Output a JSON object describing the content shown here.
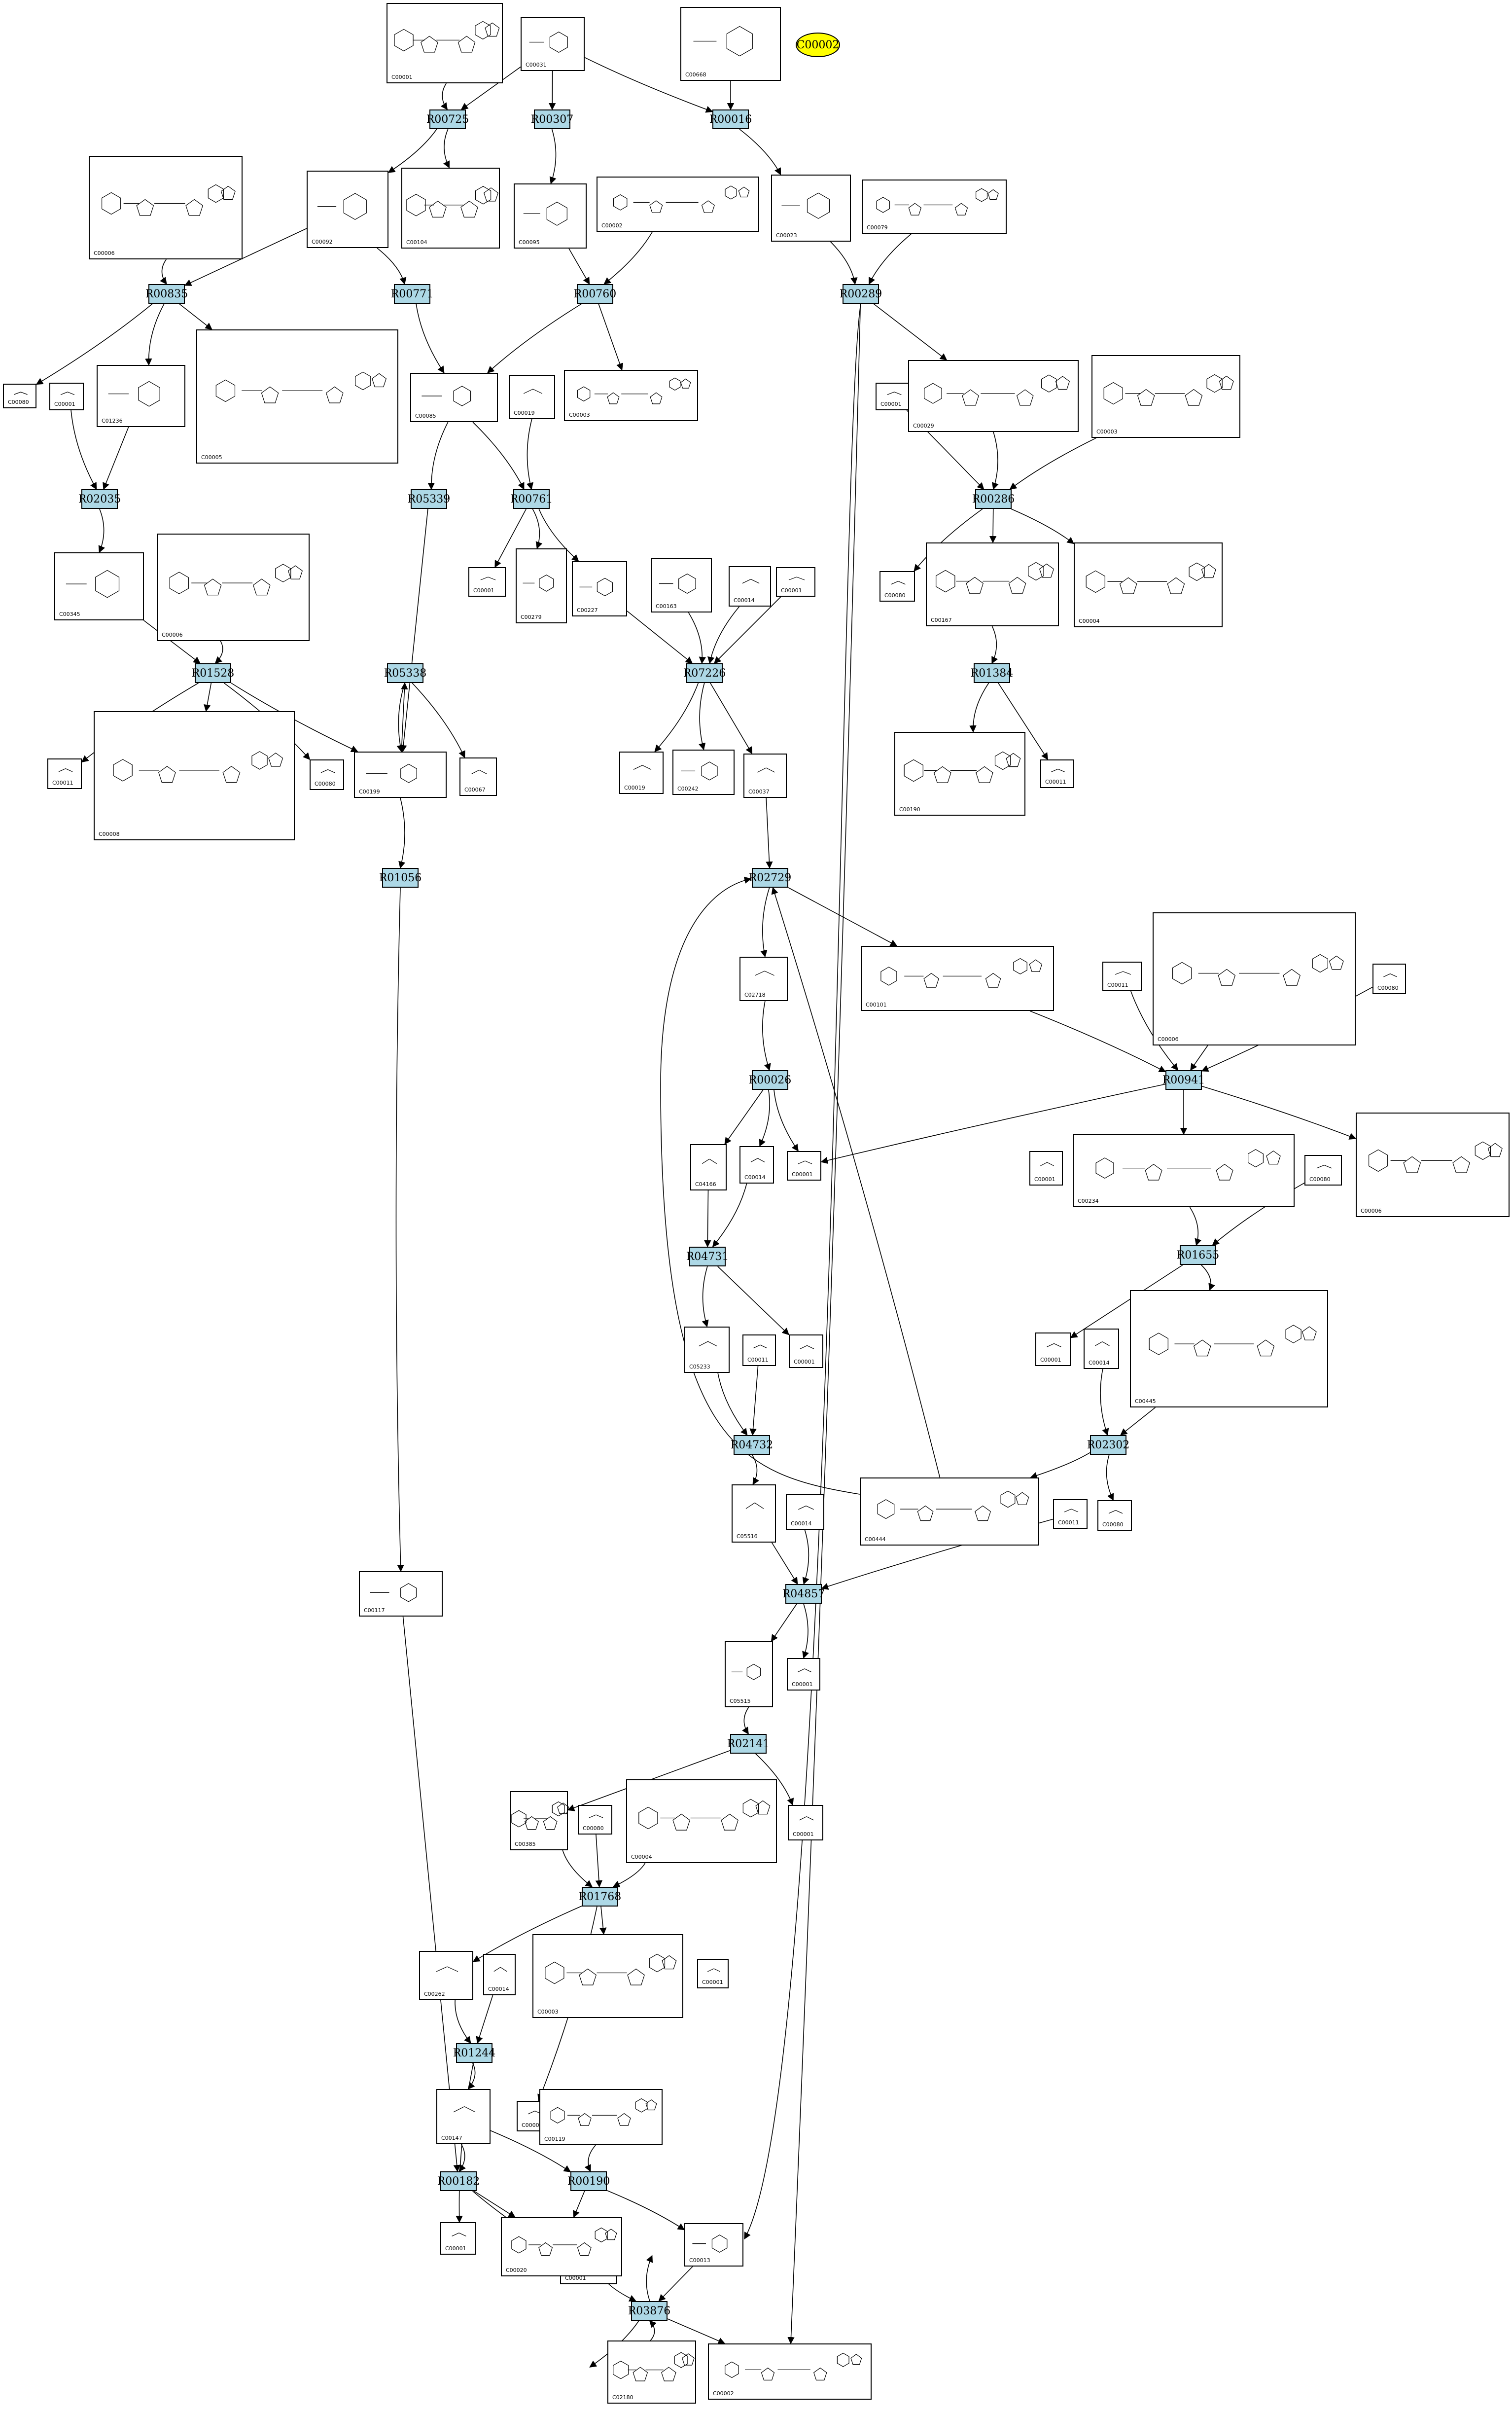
{
  "highlight": {
    "label": "C00002",
    "fill": "#ffff00"
  },
  "reaction_fill": "#add8e6",
  "reactions": [
    {
      "id": "R00725"
    },
    {
      "id": "R00307"
    },
    {
      "id": "R00016"
    },
    {
      "id": "R00835"
    },
    {
      "id": "R00771"
    },
    {
      "id": "R00760"
    },
    {
      "id": "R00289"
    },
    {
      "id": "R02035"
    },
    {
      "id": "R05339"
    },
    {
      "id": "R00761"
    },
    {
      "id": "R00286"
    },
    {
      "id": "R01528"
    },
    {
      "id": "R05338"
    },
    {
      "id": "R07226"
    },
    {
      "id": "R01384"
    },
    {
      "id": "R01056"
    },
    {
      "id": "R02729"
    },
    {
      "id": "R00941"
    },
    {
      "id": "R00026"
    },
    {
      "id": "R04731"
    },
    {
      "id": "R01655"
    },
    {
      "id": "R04732"
    },
    {
      "id": "R02302"
    },
    {
      "id": "R04857"
    },
    {
      "id": "R02141"
    },
    {
      "id": "R01768"
    },
    {
      "id": "R01244"
    },
    {
      "id": "R00182"
    },
    {
      "id": "R00190"
    },
    {
      "id": "R03876"
    }
  ],
  "compounds": [
    {
      "id": "C00001"
    },
    {
      "id": "C00031"
    },
    {
      "id": "C00668"
    },
    {
      "id": "C00006"
    },
    {
      "id": "C00092"
    },
    {
      "id": "C00104"
    },
    {
      "id": "C00095"
    },
    {
      "id": "C00002"
    },
    {
      "id": "C00023"
    },
    {
      "id": "C00079"
    },
    {
      "id": "C00080"
    },
    {
      "id": "C00001"
    },
    {
      "id": "C01236"
    },
    {
      "id": "C00005"
    },
    {
      "id": "C00085"
    },
    {
      "id": "C00019"
    },
    {
      "id": "C00003"
    },
    {
      "id": "C00001"
    },
    {
      "id": "C00029"
    },
    {
      "id": "C00003"
    },
    {
      "id": "C00345"
    },
    {
      "id": "C00006"
    },
    {
      "id": "C00001"
    },
    {
      "id": "C00279"
    },
    {
      "id": "C00227"
    },
    {
      "id": "C00163"
    },
    {
      "id": "C00014"
    },
    {
      "id": "C00001"
    },
    {
      "id": "C00080"
    },
    {
      "id": "C00167"
    },
    {
      "id": "C00004"
    },
    {
      "id": "C00011"
    },
    {
      "id": "C00008"
    },
    {
      "id": "C00080"
    },
    {
      "id": "C00199"
    },
    {
      "id": "C00067"
    },
    {
      "id": "C00019"
    },
    {
      "id": "C00242"
    },
    {
      "id": "C00037"
    },
    {
      "id": "C00190"
    },
    {
      "id": "C00011"
    },
    {
      "id": "C02718"
    },
    {
      "id": "C00101"
    },
    {
      "id": "C00011"
    },
    {
      "id": "C00006"
    },
    {
      "id": "C00080"
    },
    {
      "id": "C04166"
    },
    {
      "id": "C00014"
    },
    {
      "id": "C00001"
    },
    {
      "id": "C00001"
    },
    {
      "id": "C00234"
    },
    {
      "id": "C00080"
    },
    {
      "id": "C00006"
    },
    {
      "id": "C05233"
    },
    {
      "id": "C00011"
    },
    {
      "id": "C00001"
    },
    {
      "id": "C00001"
    },
    {
      "id": "C00014"
    },
    {
      "id": "C00445"
    },
    {
      "id": "C05516"
    },
    {
      "id": "C00014"
    },
    {
      "id": "C00444"
    },
    {
      "id": "C00011"
    },
    {
      "id": "C00080"
    },
    {
      "id": "C00117"
    },
    {
      "id": "C00001"
    },
    {
      "id": "C05515"
    },
    {
      "id": "C00385"
    },
    {
      "id": "C00080"
    },
    {
      "id": "C00004"
    },
    {
      "id": "C00001"
    },
    {
      "id": "C00001"
    },
    {
      "id": "C00262"
    },
    {
      "id": "C00014"
    },
    {
      "id": "C00003"
    },
    {
      "id": "C00001"
    },
    {
      "id": "C00147"
    },
    {
      "id": "C00001"
    },
    {
      "id": "C00119"
    },
    {
      "id": "C00001"
    },
    {
      "id": "C00020"
    },
    {
      "id": "C00013"
    },
    {
      "id": "C02180"
    },
    {
      "id": "C00002"
    }
  ]
}
